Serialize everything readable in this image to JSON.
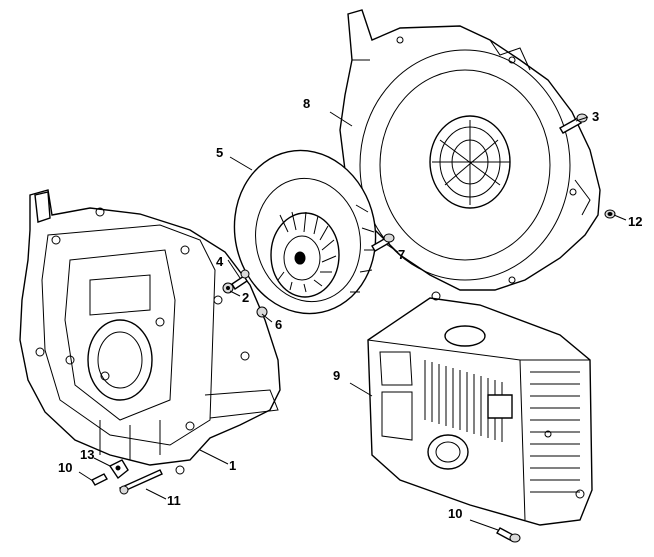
{
  "labels": {
    "p1": "1",
    "p2": "2",
    "p3": "3",
    "p4": "4",
    "p5": "5",
    "p6": "6",
    "p7": "7",
    "p8": "8",
    "p9": "9",
    "p10a": "10",
    "p10b": "10",
    "p11": "11",
    "p12": "12",
    "p13": "13"
  }
}
